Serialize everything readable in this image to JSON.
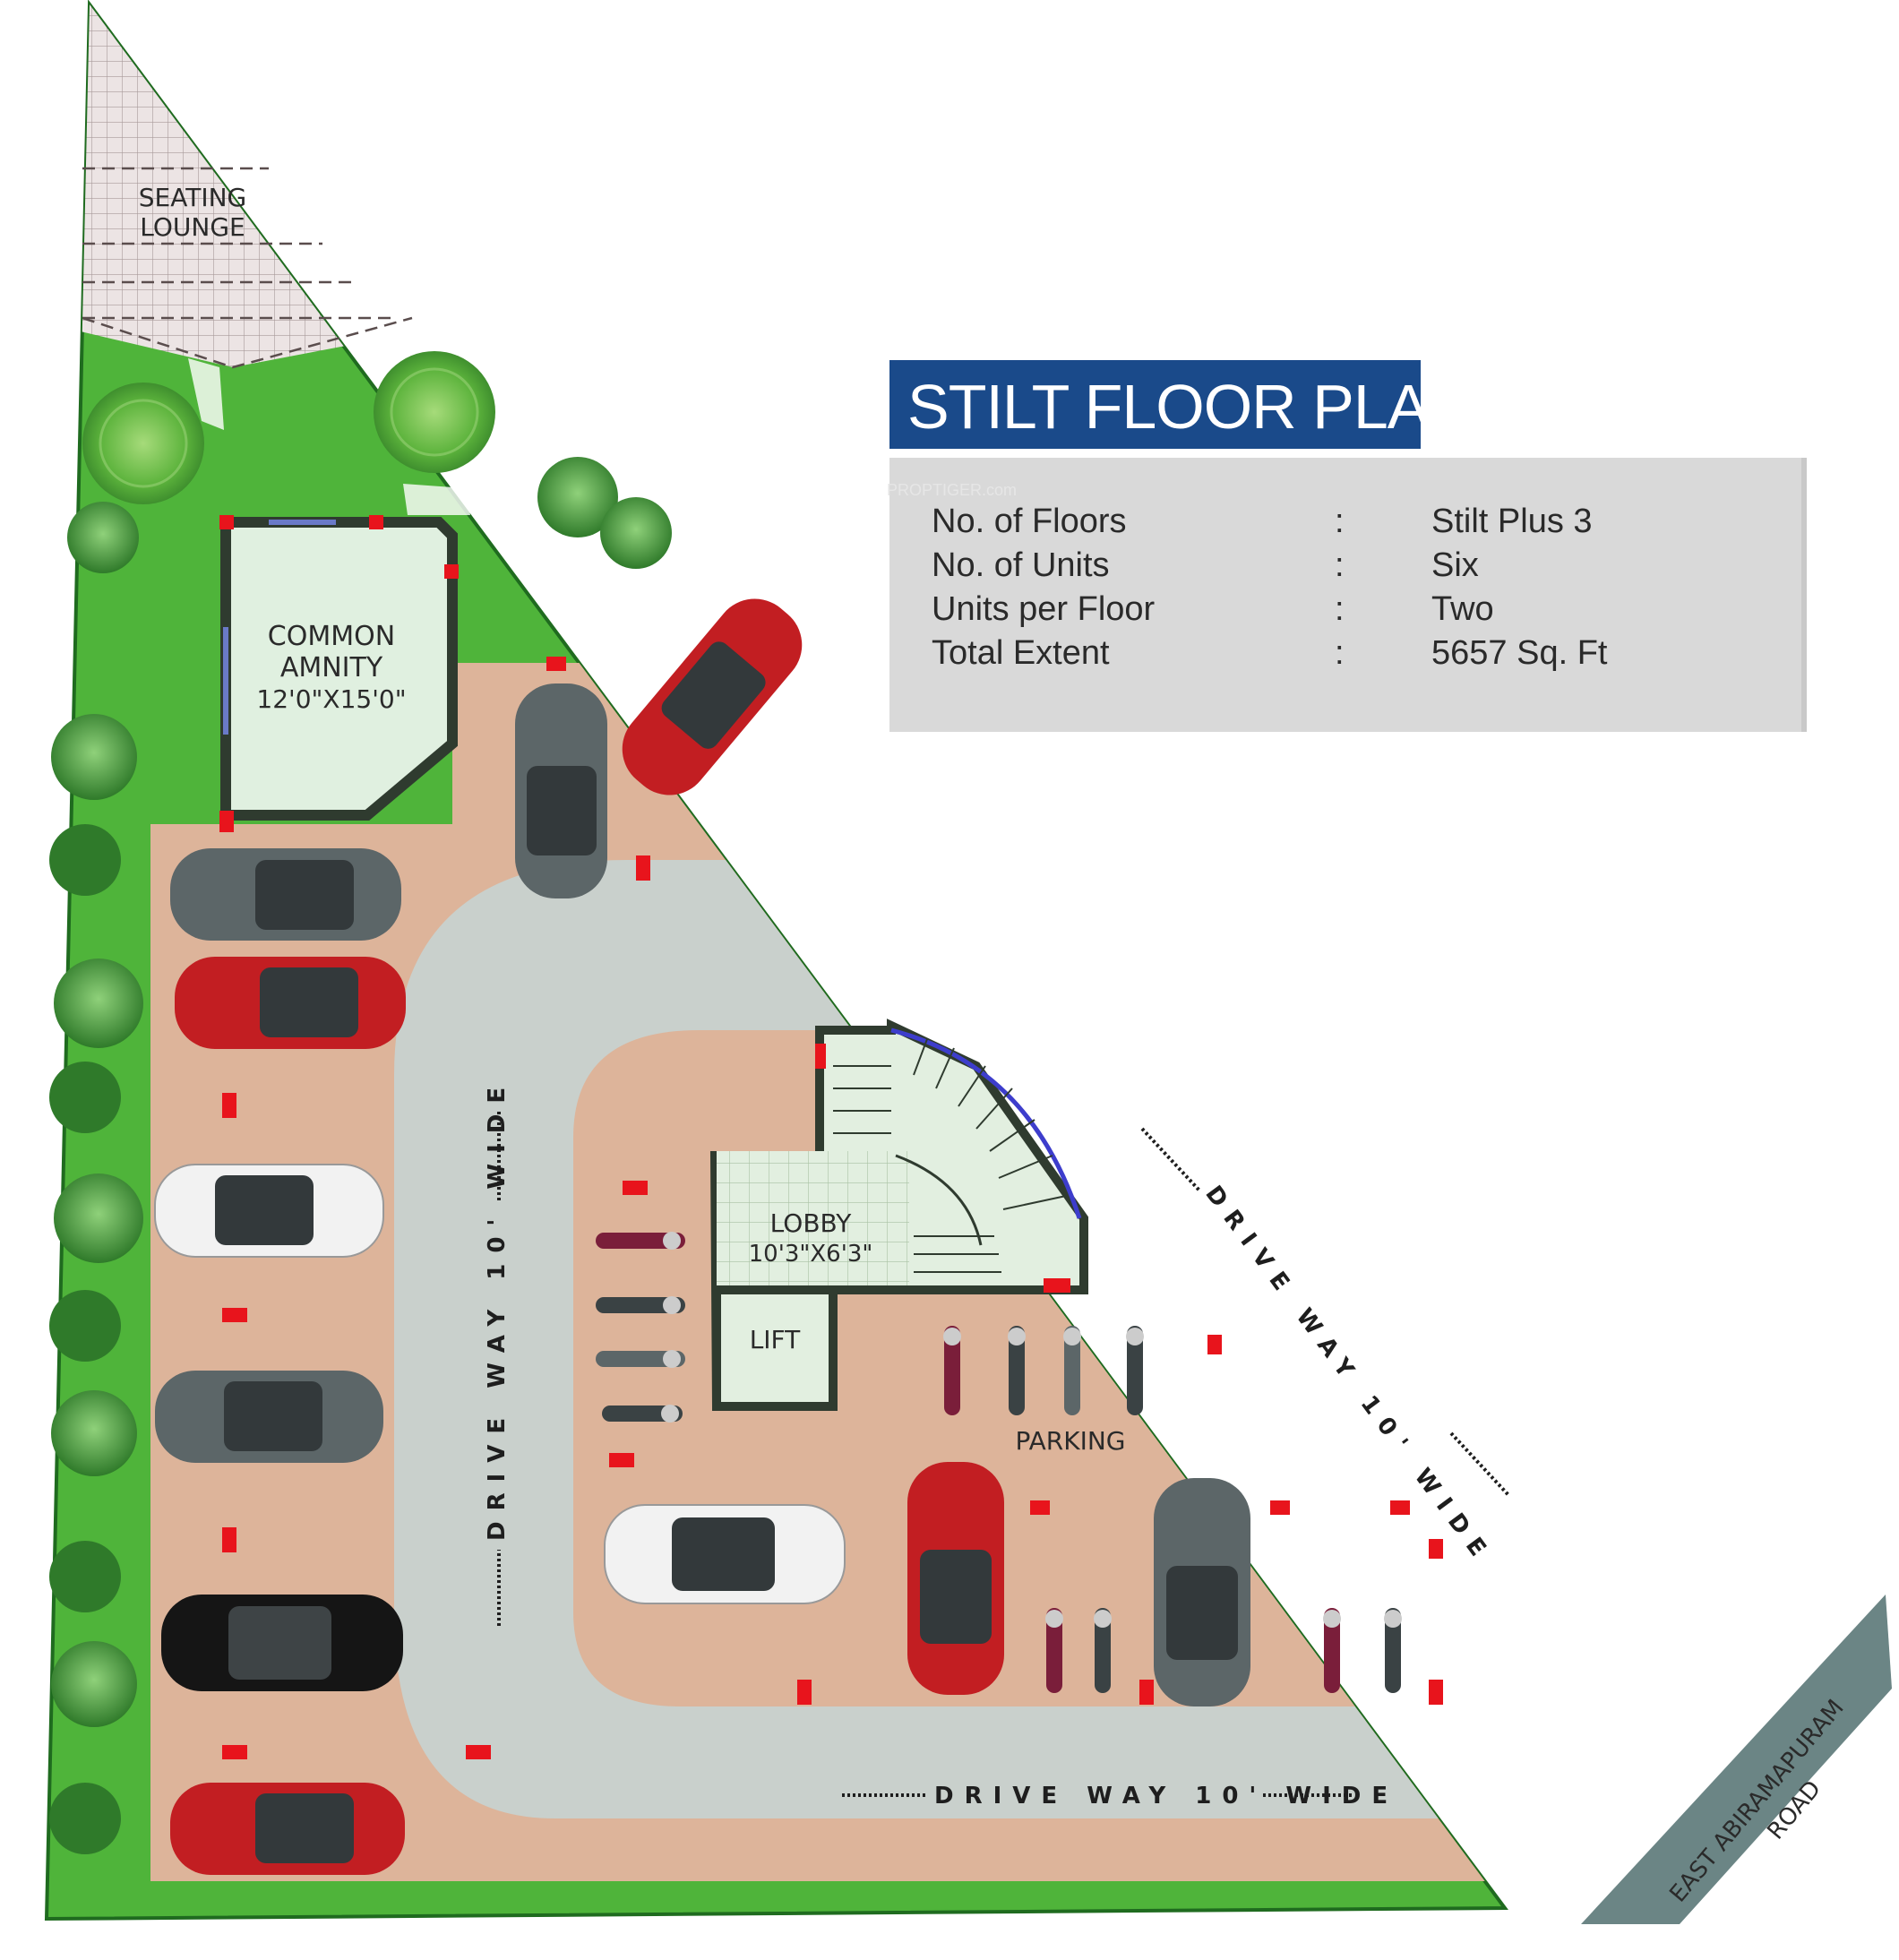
{
  "title": "STILT FLOOR PLAN",
  "watermark": "PROPTIGER.com",
  "specs": [
    {
      "label": "No. of Floors",
      "sep": ":",
      "value": "Stilt Plus 3"
    },
    {
      "label": "No. of Units",
      "sep": ":",
      "value": "Six"
    },
    {
      "label": "Units per Floor",
      "sep": ":",
      "value": "Two"
    },
    {
      "label": "Total Extent",
      "sep": ":",
      "value": "5657 Sq. Ft"
    }
  ],
  "rooms": {
    "seating_lounge": [
      "SEATING",
      "LOUNGE"
    ],
    "common_amenity": [
      "COMMON",
      "AMNITY",
      "12'0\"X15'0\""
    ],
    "lobby": [
      "LOBBY",
      "10'3\"X6'3\""
    ],
    "lift": "LIFT",
    "parking": "PARKING"
  },
  "driveways": {
    "left": "DRIVE WAY 10' WIDE",
    "diagonal": "DRIVE WAY 10' WIDE",
    "bottom": "DRIVE WAY 10' WIDE"
  },
  "road": [
    "EAST ABIRAMAPURAM",
    "ROAD"
  ],
  "colors": {
    "lawn": "#4fb43a",
    "paving": "#ddb49a",
    "driveway": "#c9d0cc",
    "wall": "#2f3b2f",
    "column": "#e8141c",
    "title_bg": "#1a4a8a",
    "info_bg": "#d9d9d9",
    "road": "#6b8585",
    "car_red": "#c21e22",
    "car_grey": "#5c6668",
    "car_white": "#f2f2f2",
    "car_black": "#151515"
  }
}
